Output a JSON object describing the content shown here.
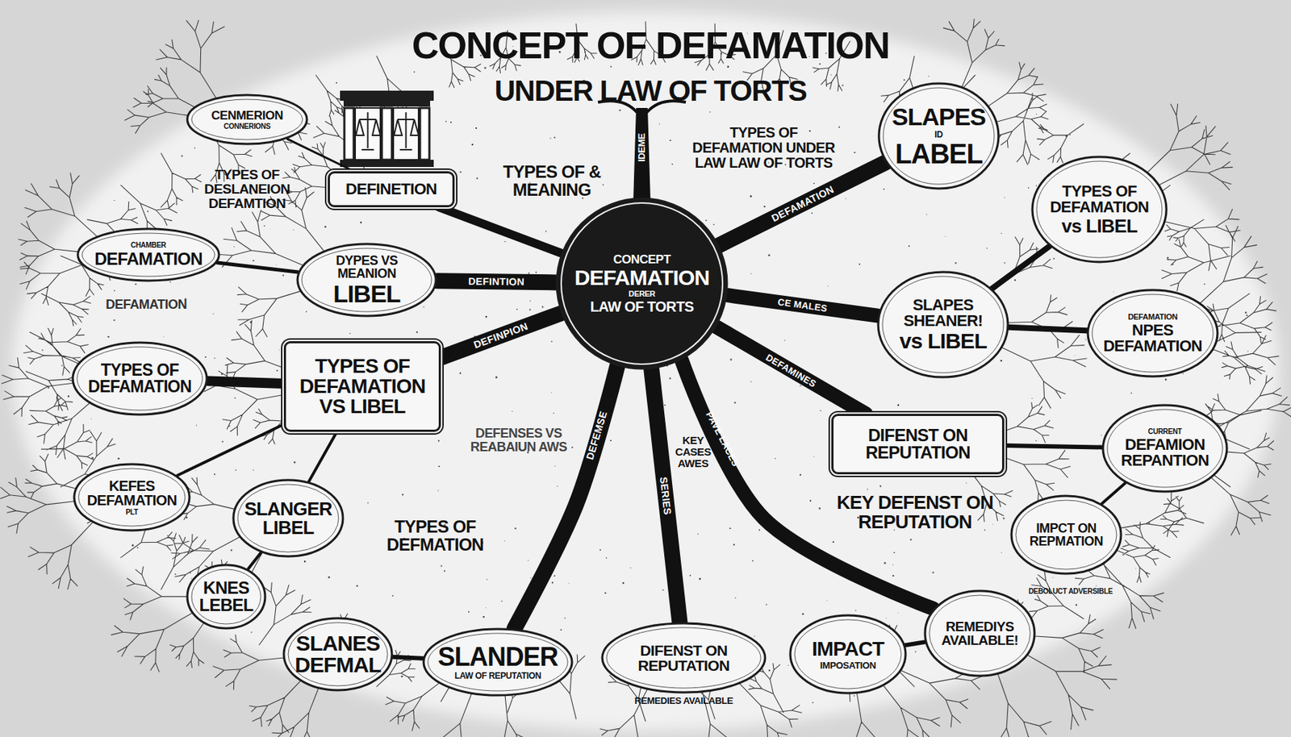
{
  "diagram": {
    "title": "CONCEPT OF DEFAMATION",
    "nodes": [
      {
        "text": [
          "CENMERION",
          "CONNERIONS"
        ]
      },
      {
        "text": [
          "SLAPES",
          "ID",
          "LABEL"
        ]
      },
      {
        "text": [
          "DEFINETION"
        ]
      },
      {
        "text": [
          "TYPES OF DEFAMATION",
          "vs LIBEL"
        ]
      },
      {
        "text": [
          "CHAMBER",
          "DEFAMATION"
        ]
      },
      {
        "text": [
          "DYPES VS MEANION",
          "LIBEL"
        ]
      },
      {
        "text": [
          "CONCEPT",
          "DEFAMATION",
          "DERER",
          "LAW OF TORTS"
        ]
      },
      {
        "text": [
          "SLAPES SHEANER!",
          "vs LIBEL"
        ]
      },
      {
        "text": [
          "DEFAMATION",
          "NPES DEFAMATION"
        ]
      },
      {
        "text": [
          "TYPES OF DEFAMATION"
        ]
      },
      {
        "text": [
          "TYPES OF DEFAMATION VS LIBEL"
        ]
      },
      {
        "text": [
          "DIFENST ON REPUTATION"
        ]
      },
      {
        "text": [
          "CURRENT",
          "DEFAMION REPANTION"
        ]
      },
      {
        "text": [
          "KEFES DEFAMATION",
          "PLT"
        ]
      },
      {
        "text": [
          "SLANGER LIBEL"
        ]
      },
      {
        "text": [
          "IMPCT ON REPMATION"
        ]
      },
      {
        "text": [
          "KNES LEBEL"
        ]
      },
      {
        "text": [
          "REMEDIYS AVAILABLE!"
        ]
      },
      {
        "text": [
          "SLANES DEFMAL"
        ]
      },
      {
        "text": [
          "IMPACT",
          "IMPOSATION"
        ]
      },
      {
        "text": [
          "DIFENST ON REPUTATION",
          "REMEDIES AVAILABLE"
        ]
      },
      {
        "text": [
          "SLANDER",
          "LAW OF REPUTATION"
        ]
      }
    ],
    "edges": [
      {
        "from": 6,
        "to": 5,
        "label": "DEFINTION",
        "arrow": "none"
      },
      {
        "from": 6,
        "to": 2,
        "arrow": "none"
      },
      {
        "from": 6,
        "to": 10,
        "label": "DEFINPION",
        "arrow": "none"
      },
      {
        "from": 6,
        "to": 1,
        "label": "DEFAMATION",
        "arrow": "none"
      },
      {
        "from": 6,
        "to": 7,
        "label": "CE MALES",
        "arrow": "none"
      },
      {
        "from": 6,
        "to": 11,
        "label": "DEFAMINES",
        "arrow": "none"
      },
      {
        "from": 6,
        "to": 21,
        "label": "DEFEMSE",
        "arrow": "none"
      },
      {
        "from": 6,
        "to": 20,
        "label": "SERIES",
        "arrow": "none"
      },
      {
        "from": 6,
        "to": 17,
        "label": "PAVE LACES",
        "arrow": "none"
      },
      {
        "from": 21,
        "to": 18,
        "arrow": "none"
      },
      {
        "from": 17,
        "to": 19,
        "arrow": "none"
      },
      {
        "from": 10,
        "to": 9,
        "arrow": "none"
      },
      {
        "from": 10,
        "to": 13,
        "arrow": "none"
      },
      {
        "from": 10,
        "to": 14,
        "arrow": "none"
      },
      {
        "from": 5,
        "to": 4,
        "arrow": "none"
      },
      {
        "from": 7,
        "to": 3,
        "arrow": "none"
      },
      {
        "from": 7,
        "to": 8,
        "arrow": "none"
      },
      {
        "from": 11,
        "to": 12,
        "arrow": "none"
      },
      {
        "from": 12,
        "to": 15,
        "arrow": "none"
      },
      {
        "from": 14,
        "to": 16,
        "arrow": "none"
      },
      {
        "from": 2,
        "to": 0,
        "arrow": "none"
      }
    ],
    "labels": [
      "UNDER LAW OF TORTS",
      "TYPES OF DESLANEION DEFAMTION",
      "TYPES OF & MEANING",
      "IDEME",
      "TYPES OF DEFAMATION UNDER LAW LAW OF TORTS",
      "DEFAMATION",
      "DEFENSES VS REABAIUN AWS",
      "KEY CASES AWES",
      "TYPES OF DEFMATION",
      "KEY DEFENST ON REPUTATION",
      "DEBOLUCT ADVERSIBLE"
    ]
  }
}
